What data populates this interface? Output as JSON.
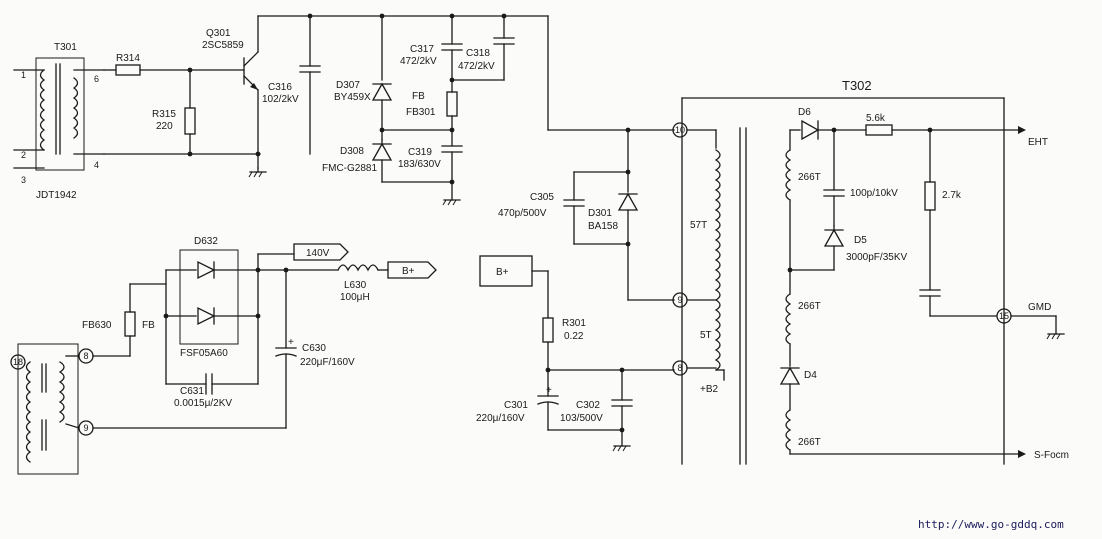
{
  "transformers": {
    "t301": {
      "ref": "T301",
      "part": "JDT1942",
      "pins": [
        "1",
        "2",
        "3",
        "6",
        "4"
      ]
    },
    "t302": {
      "ref": "T302",
      "pins": [
        "10",
        "9",
        "8",
        "15"
      ],
      "turns": [
        "57T",
        "5T",
        "266T",
        "266T",
        "266T"
      ]
    },
    "fbt_small": {
      "pins": [
        "18",
        "8",
        "9"
      ]
    }
  },
  "resistors": {
    "r314": {
      "ref": "R314"
    },
    "r315": {
      "ref": "R315",
      "value": "220"
    },
    "r301": {
      "ref": "R301",
      "value": "0.22"
    },
    "r_5k6": {
      "value": "5.6k"
    },
    "r_2k7": {
      "value": "2.7k"
    }
  },
  "transistors": {
    "q301": {
      "ref": "Q301",
      "part": "2SC5859"
    }
  },
  "capacitors": {
    "c316": {
      "ref": "C316",
      "value": "102/2kV"
    },
    "c317": {
      "ref": "C317",
      "value": "472/2kV"
    },
    "c318": {
      "ref": "C318",
      "value": "472/2kV"
    },
    "c319": {
      "ref": "C319",
      "value": "183/630V"
    },
    "c305": {
      "ref": "C305",
      "value": "470p/500V"
    },
    "c301": {
      "ref": "C301",
      "value": "220μ/160V"
    },
    "c302": {
      "ref": "C302",
      "value": "103/500V"
    },
    "c630": {
      "ref": "C630",
      "value": "220μF/160V"
    },
    "c631": {
      "ref": "C631",
      "value": "0.0015μ/2KV"
    },
    "c_100p": {
      "value": "100p/10kV"
    },
    "c_3000p": {
      "value": "3000pF/35KV"
    }
  },
  "diodes": {
    "d307": {
      "ref": "D307",
      "part": "BY459X"
    },
    "d308": {
      "ref": "D308",
      "part": "FMC-G2881"
    },
    "d301": {
      "ref": "D301",
      "part": "BA158"
    },
    "d632": {
      "ref": "D632",
      "part": "FSF05A60"
    },
    "d6": {
      "ref": "D6"
    },
    "d5": {
      "ref": "D5"
    },
    "d4": {
      "ref": "D4"
    }
  },
  "ferrites": {
    "fb301": {
      "label": "FB",
      "ref": "FB301"
    },
    "fb630": {
      "ref": "FB630",
      "label": "FB"
    }
  },
  "inductors": {
    "l630": {
      "ref": "L630",
      "value": "100μH"
    }
  },
  "connectors": {
    "v140": "140V",
    "bplus_out": "B+",
    "bplus_in": "B+",
    "b2": "+B2"
  },
  "outputs": {
    "eht": "EHT",
    "gnd": "GMD",
    "focus": "S-Focm"
  },
  "watermark_url": "http://www.go-gddq.com"
}
